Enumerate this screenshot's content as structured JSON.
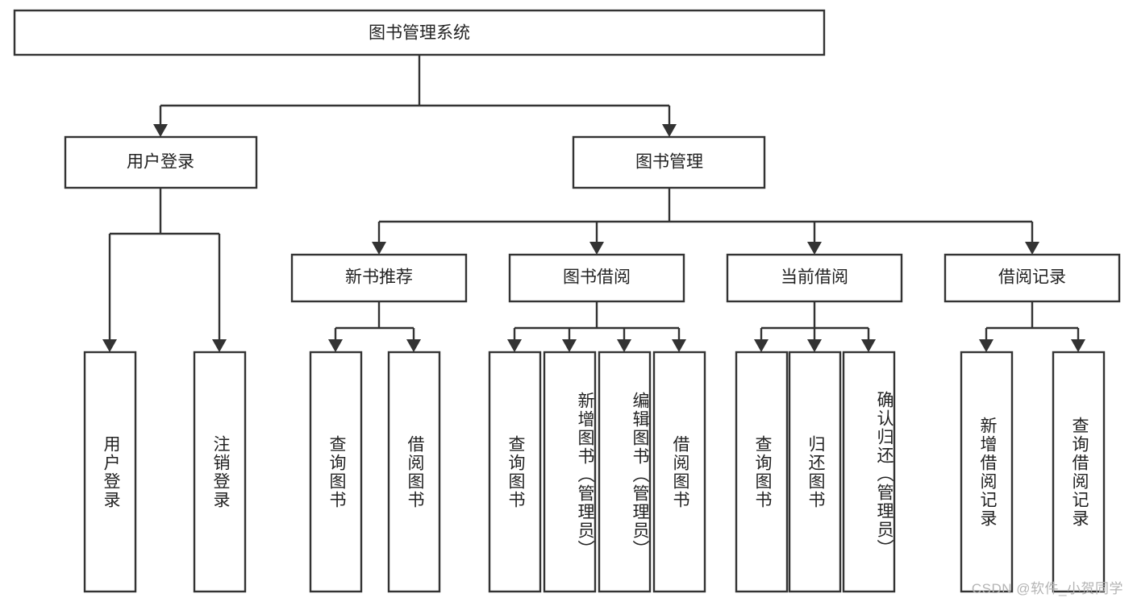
{
  "diagram": {
    "title": "图书管理系统",
    "type": "tree-hierarchy",
    "root": {
      "label": "图书管理系统"
    },
    "level2": [
      {
        "label": "用户登录"
      },
      {
        "label": "图书管理"
      }
    ],
    "level3": [
      {
        "label": "新书推荐",
        "parent": "图书管理"
      },
      {
        "label": "图书借阅",
        "parent": "图书管理"
      },
      {
        "label": "当前借阅",
        "parent": "图书管理"
      },
      {
        "label": "借阅记录",
        "parent": "图书管理"
      }
    ],
    "leaves": {
      "user_login": [
        {
          "label": "用户登录"
        },
        {
          "label": "注销登录"
        }
      ],
      "new_book_recommend": [
        {
          "label": "查询图书"
        },
        {
          "label": "借阅图书"
        }
      ],
      "book_borrow": [
        {
          "label": "查询图书"
        },
        {
          "label": "新增图书（管理员）"
        },
        {
          "label": "编辑图书（管理员）"
        },
        {
          "label": "借阅图书"
        }
      ],
      "current_borrow": [
        {
          "label": "查询图书"
        },
        {
          "label": "归还图书"
        },
        {
          "label": "确认归还（管理员）"
        }
      ],
      "borrow_record": [
        {
          "label": "新增借阅记录"
        },
        {
          "label": "查询借阅记录"
        }
      ]
    }
  },
  "watermark": {
    "text": "CSDN @软件_小贺同学"
  },
  "colors": {
    "stroke": "#333333",
    "box_fill": "#ffffff",
    "text": "#222222",
    "watermark": "#b4b4b4",
    "background": "#ffffff"
  }
}
